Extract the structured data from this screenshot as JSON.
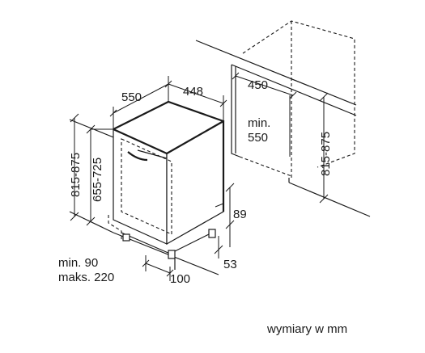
{
  "dimensions": {
    "depth": "550",
    "width": "448",
    "niche_width": "450",
    "niche_depth_line1": "min.",
    "niche_depth_line2": "550",
    "niche_height": "815-875",
    "outer_height": "815-875",
    "inner_height": "655-725",
    "plinth_height": "89",
    "foot_offset": "53",
    "foot_depth": "100",
    "plinth_min": "min. 90",
    "plinth_max": "maks. 220"
  },
  "caption": "wymiary w mm"
}
